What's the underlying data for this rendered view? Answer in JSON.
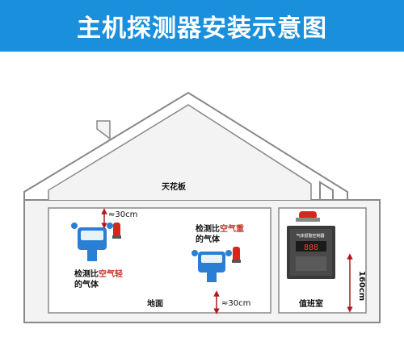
{
  "banner": {
    "title": "主机探测器安装示意图",
    "color": "#1a8fdc"
  },
  "labels": {
    "ceiling": "天花板",
    "floor": "地面",
    "duty_room": "值班室",
    "light_gas_prefix": "检测比",
    "light_gas_red": "空气轻",
    "light_gas_suffix": "的气体",
    "heavy_gas_prefix": "检测比",
    "heavy_gas_red": "空气重",
    "heavy_gas_suffix": "的气体",
    "dist_top": "≈30cm",
    "dist_bottom": "≈30cm",
    "dist_host": "160cm",
    "panel_title": "气体报警控制器",
    "panel_display": "888"
  },
  "colors": {
    "wall": "#eeeeee",
    "outline": "#888888",
    "detector": "#2a7fd4",
    "alarm": "#d9261c",
    "panel": "#3a3a3a",
    "arrow": "#b0181d"
  }
}
